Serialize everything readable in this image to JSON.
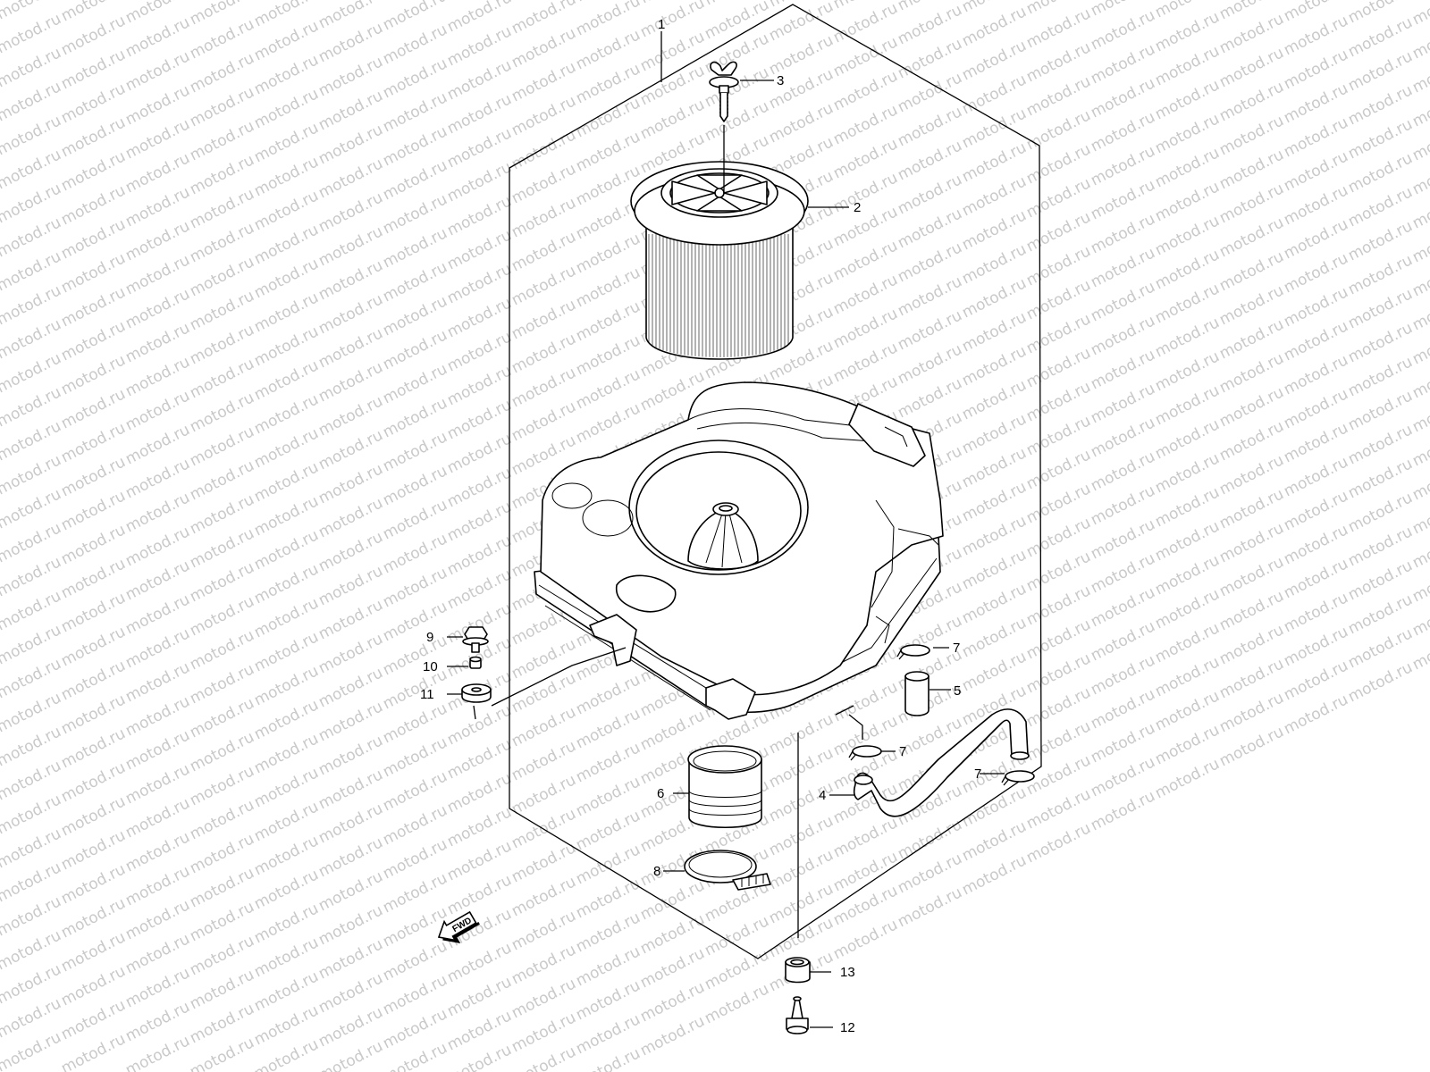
{
  "watermark": {
    "text": "motod.ru"
  },
  "callouts": {
    "c1": "1",
    "c2": "2",
    "c3": "3",
    "c4": "4",
    "c5": "5",
    "c6": "6",
    "c7a": "7",
    "c7b": "7",
    "c7c": "7",
    "c8": "8",
    "c9": "9",
    "c10": "10",
    "c11": "11",
    "c12": "12",
    "c13": "13"
  },
  "fwd": {
    "label": "FWD"
  },
  "colors": {
    "line": "#000000",
    "watermark": "#c9c9c9",
    "background": "#ffffff"
  }
}
